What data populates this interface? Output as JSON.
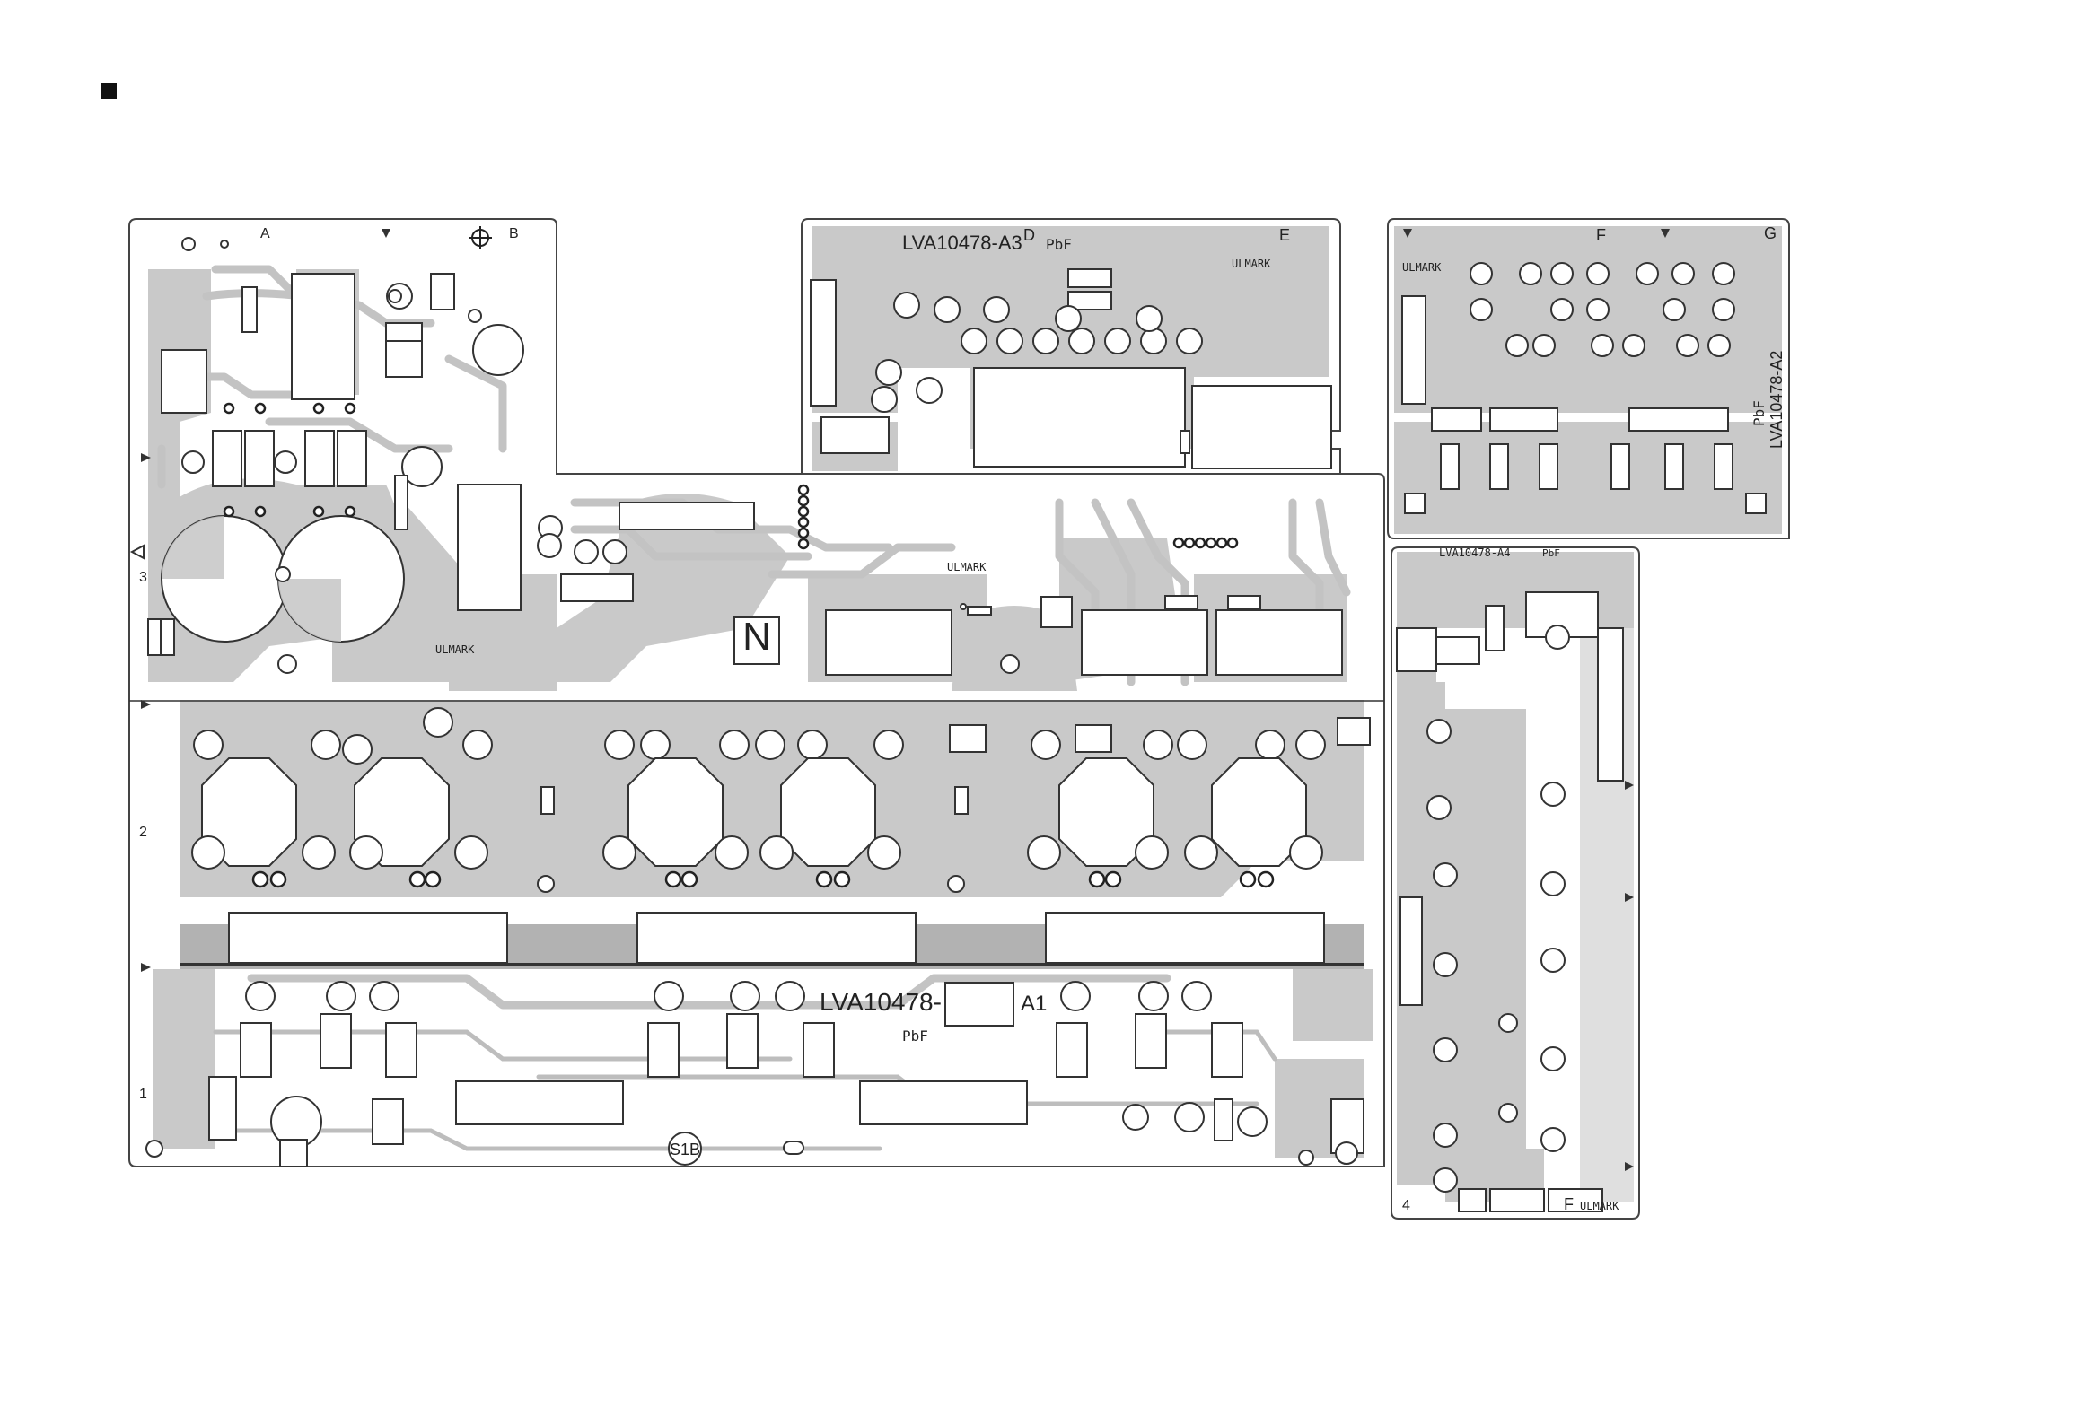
{
  "labels": {
    "board_a1": "LVA10478-",
    "board_a1_suffix": "A1",
    "board_a3": "LVA10478-A3",
    "board_a2": "LVA10478-A2",
    "board_a4": "LVA10478-A4",
    "pbf": "PbF",
    "s1b": "S1B",
    "marker_n": "N",
    "ulmark": "ULMARK"
  },
  "grid": {
    "cols": [
      "A",
      "B",
      "D",
      "E",
      "F",
      "G"
    ],
    "rows": [
      "1",
      "2",
      "3",
      "4"
    ],
    "a4_bottom_col": "F",
    "a4_bottom_row": "4"
  },
  "colors": {
    "copper": "#c9c9c9",
    "outline": "#444444",
    "silkscreen": "#222222"
  },
  "icons": [
    "section-square-icon",
    "fiducial-target-icon",
    "arrow-marker-icon",
    "ul-mark-icon"
  ]
}
